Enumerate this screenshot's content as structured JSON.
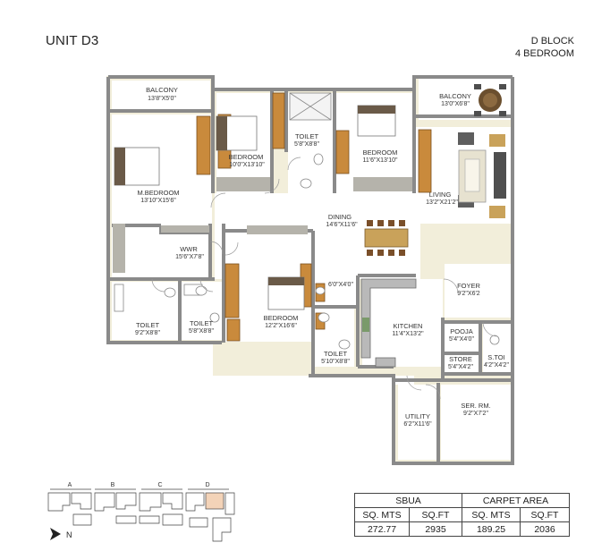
{
  "header": {
    "unit": "UNIT D3",
    "block": "D BLOCK",
    "bedrooms": "4 BEDROOM"
  },
  "rooms": {
    "balcony_left": {
      "name": "BALCONY",
      "dim": "13'8\"X5'0\""
    },
    "bedroom_2": {
      "name": "BEDROOM",
      "dim": "10'0\"X13'10\""
    },
    "toilet_top": {
      "name": "TOILET",
      "dim": "5'8\"X8'8\""
    },
    "bedroom_3": {
      "name": "BEDROOM",
      "dim": "11'6\"X13'10\""
    },
    "balcony_right": {
      "name": "BALCONY",
      "dim": "13'0\"X6'8\""
    },
    "master_bedroom": {
      "name": "M.BEDROOM",
      "dim": "13'10\"X15'6\""
    },
    "living": {
      "name": "LIVING",
      "dim": "13'2\"X21'2\""
    },
    "dining": {
      "name": "DINING",
      "dim": "14'6\"X11'6\""
    },
    "wwr": {
      "name": "WWR",
      "dim": "15'6\"X7'8\""
    },
    "wash": {
      "name": "6'0\"X4'0\""
    },
    "foyer": {
      "name": "FOYER",
      "dim": "9'2\"X6'2"
    },
    "toilet_mb": {
      "name": "TOILET",
      "dim": "9'2\"X8'8\""
    },
    "toilet_small": {
      "name": "TOILET",
      "dim": "5'8\"X8'8\""
    },
    "bedroom_4": {
      "name": "BEDROOM",
      "dim": "12'2\"X16'6\""
    },
    "kitchen": {
      "name": "KITCHEN",
      "dim": "11'4\"X13'2\""
    },
    "pooja": {
      "name": "POOJA",
      "dim": "5'4\"X4'0\""
    },
    "toilet_bottom": {
      "name": "TOILET",
      "dim": "5'10\"X8'8\""
    },
    "store": {
      "name": "STORE",
      "dim": "5'4\"X4'2\""
    },
    "s_toi": {
      "name": "S.TOI",
      "dim": "4'2\"X4'2\""
    },
    "ser_rm": {
      "name": "SER. RM.",
      "dim": "9'2\"X7'2\""
    },
    "utility": {
      "name": "UTILITY",
      "dim": "6'2\"X11'6\""
    }
  },
  "keyplan": {
    "labels": [
      "A",
      "B",
      "C",
      "D"
    ],
    "north": "N"
  },
  "area_table": {
    "groups": [
      "SBUA",
      "CARPET AREA"
    ],
    "units": [
      "SQ. MTS",
      "SQ.FT",
      "SQ. MTS",
      "SQ.FT"
    ],
    "values": [
      "272.77",
      "2935",
      "189.25",
      "2036"
    ]
  },
  "colors": {
    "wall": "#8a8a8a",
    "floor": "#ffffff",
    "plan_bg": "#f2eeda",
    "wardrobe": "#c98a3c",
    "highlight": "#f3d3b8"
  }
}
